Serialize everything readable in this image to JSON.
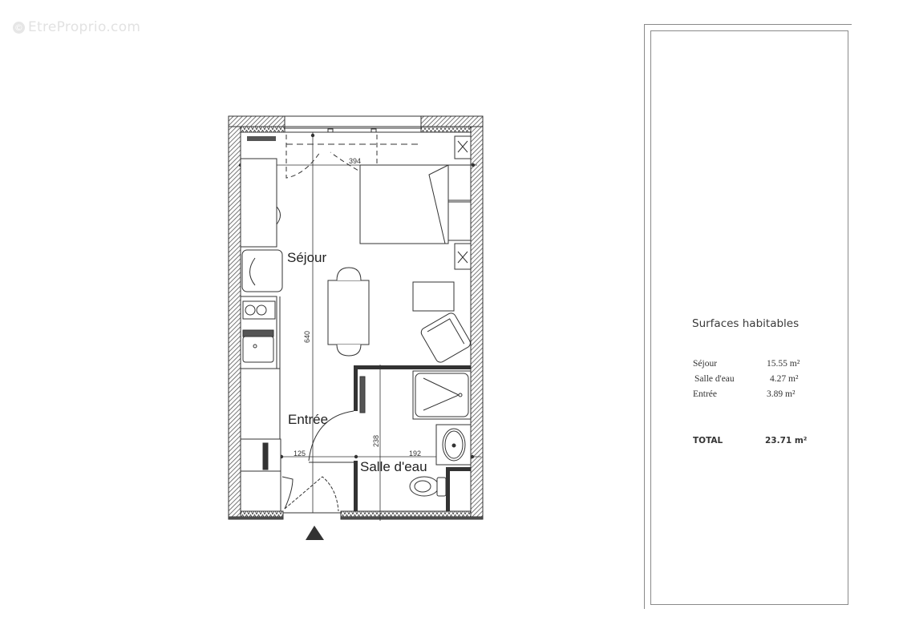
{
  "watermark": {
    "icon": "copyright-icon",
    "symbol": "©",
    "text": "EtreProprio.com"
  },
  "floor_plan": {
    "rooms": [
      {
        "name": "Séjour"
      },
      {
        "name": "Entrée"
      },
      {
        "name": "Salle d'eau"
      }
    ],
    "dimensions": {
      "width_top": "394",
      "height_left": "640",
      "entry_width": "125",
      "bathroom_width": "192",
      "bathroom_height": "238"
    },
    "entrance_marker": "entrance-arrow-icon",
    "colors": {
      "line": "#333333",
      "wall_hatch": "#555555",
      "background": "#ffffff"
    }
  },
  "surfaces": {
    "title": "Surfaces habitables",
    "rows": [
      {
        "label": "Séjour",
        "value": "15.55 m²"
      },
      {
        "label": "Salle d'eau",
        "value": "4.27 m²"
      },
      {
        "label": "Entrée",
        "value": "3.89 m²"
      }
    ],
    "total": {
      "label": "TOTAL",
      "value": "23.71 m²"
    }
  }
}
